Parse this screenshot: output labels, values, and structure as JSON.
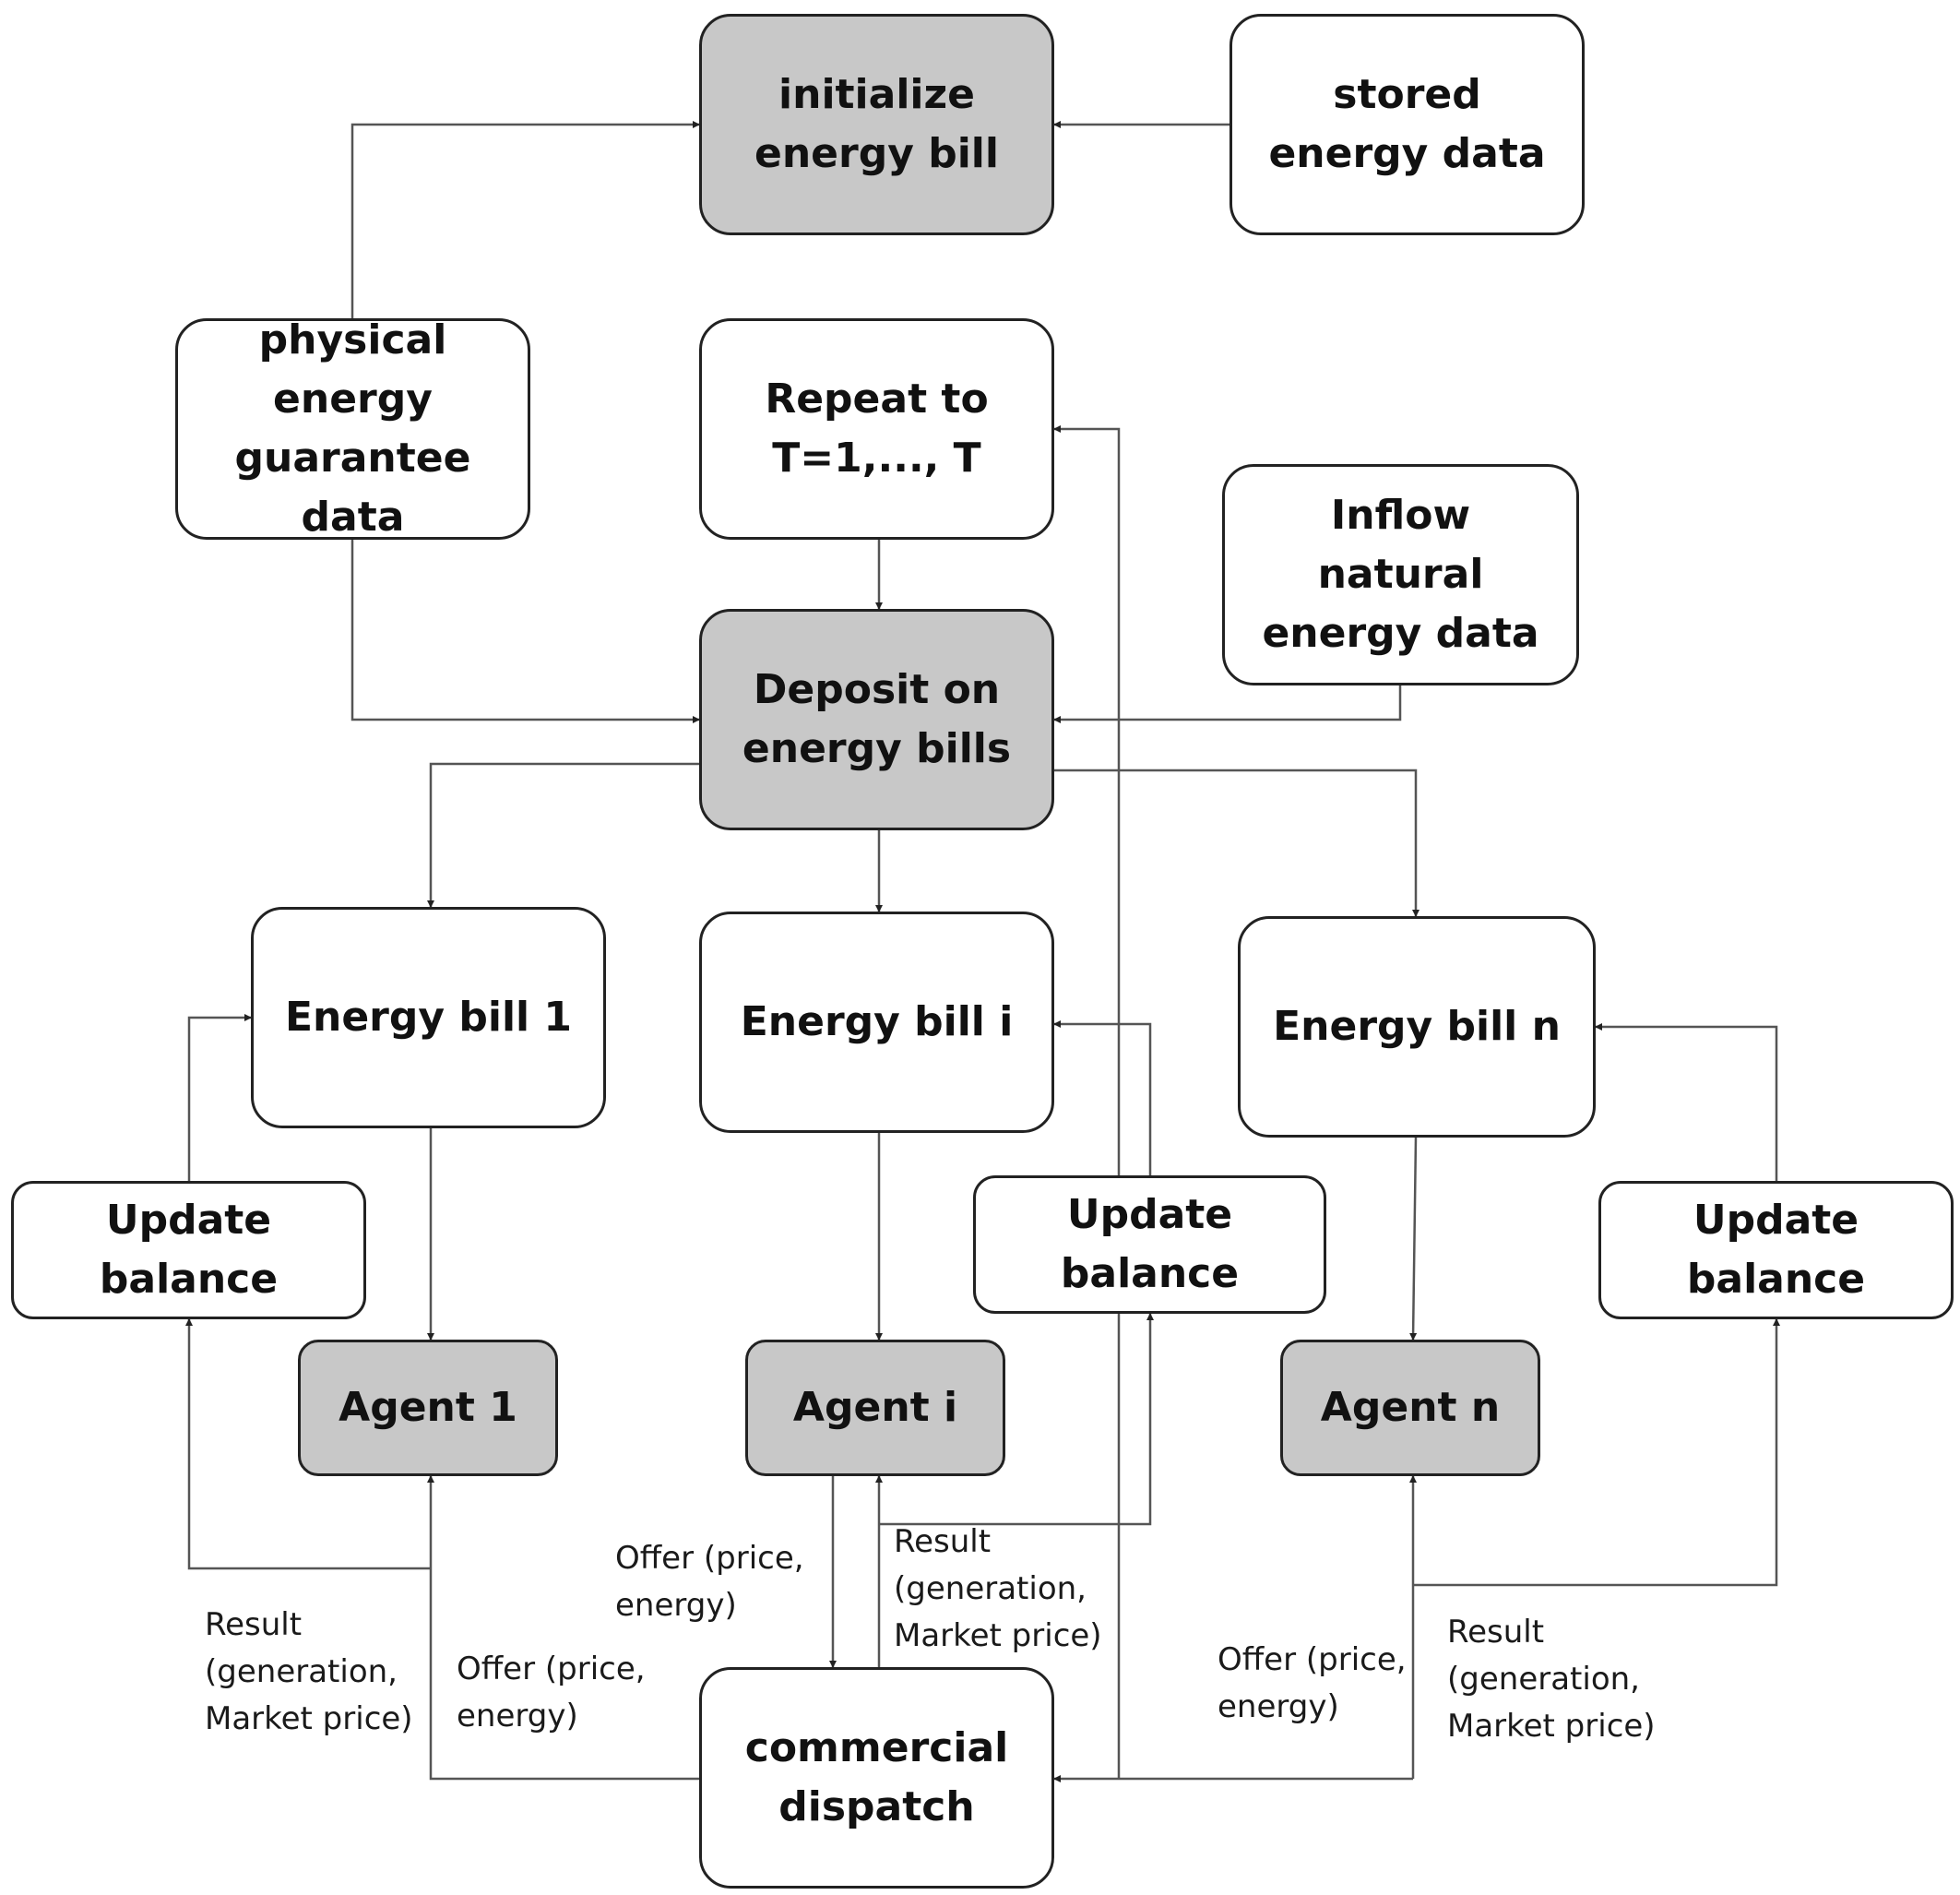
{
  "colors": {
    "process_fill": "#c8c8c8",
    "data_fill": "#ffffff",
    "border": "#222222",
    "line": "#555555"
  },
  "boxes": {
    "initialize": "initialize\nenergy bill",
    "stored": "stored\nenergy data",
    "physical": "physical\nenergy\nguarantee\ndata",
    "repeat": "Repeat to\nT=1,..., T",
    "inflow": "Inflow\nnatural\nenergy data",
    "deposit": "Deposit on\nenergy bills",
    "bill_1": "Energy bill 1",
    "bill_i": "Energy bill i",
    "bill_n": "Energy bill n",
    "update_1": "Update\nbalance",
    "update_i": "Update\nbalance",
    "update_n": "Update\nbalance",
    "agent_1": "Agent 1",
    "agent_i": "Agent i",
    "agent_n": "Agent n",
    "dispatch": "commercial\ndispatch"
  },
  "labels": {
    "result_1": "Result\n(generation,\nMarket price)",
    "offer_1": "Offer (price,\nenergy)",
    "offer_i": "Offer (price,\nenergy)",
    "result_i": "Result\n(generation,\nMarket price)",
    "offer_n": "Offer (price,\nenergy)",
    "result_n": "Result\n(generation,\nMarket price)"
  }
}
